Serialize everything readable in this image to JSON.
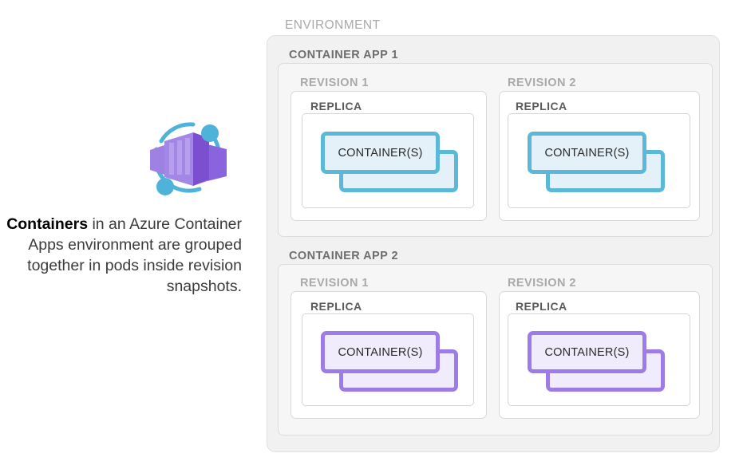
{
  "caption": {
    "bold_word": "Containers",
    "rest": " in an Azure Container Apps environment are grouped together in pods inside revision snapshots."
  },
  "logo": {
    "name": "azure-container-apps-logo",
    "ring_color": "#4FB3D9",
    "box_colors": [
      "#A98CE8",
      "#8B5FD6",
      "#7B4FD0",
      "#9B7BE8"
    ]
  },
  "diagram": {
    "environment": {
      "label": "ENVIRONMENT",
      "label_color": "#A9A9A9",
      "fill": "#F1F1F1",
      "apps": [
        {
          "label": "CONTAINER APP 1",
          "accent": "#5CB8D8",
          "accent_fill": "#E4F1F8",
          "revisions": [
            {
              "label": "REVISION 1",
              "replica": {
                "label": "REPLICA",
                "container_label": "CONTAINER(S)"
              }
            },
            {
              "label": "REVISION 2",
              "replica": {
                "label": "REPLICA",
                "container_label": "CONTAINER(S)"
              }
            }
          ]
        },
        {
          "label": "CONTAINER APP 2",
          "accent": "#9D7CE8",
          "accent_fill": "#F1ECFB",
          "revisions": [
            {
              "label": "REVISION 1",
              "replica": {
                "label": "REPLICA",
                "container_label": "CONTAINER(S)"
              }
            },
            {
              "label": "REVISION 2",
              "replica": {
                "label": "REPLICA",
                "container_label": "CONTAINER(S)"
              }
            }
          ]
        }
      ]
    }
  }
}
